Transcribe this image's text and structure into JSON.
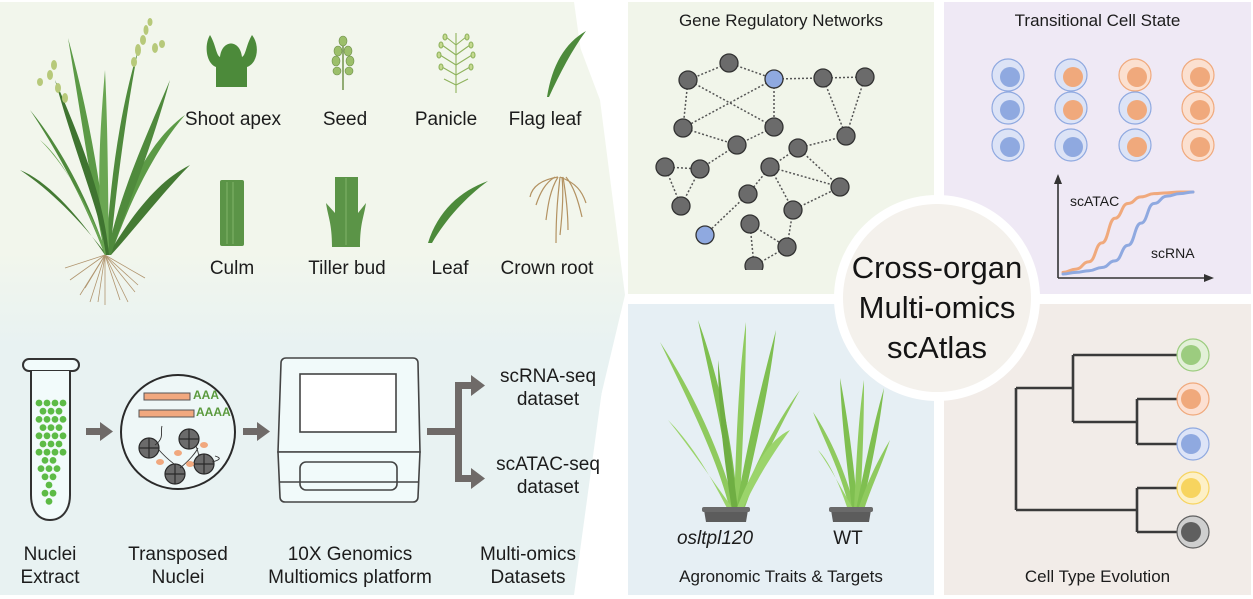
{
  "figure": {
    "center_title": [
      "Cross-organ",
      "Multi-omics",
      "scAtlas"
    ]
  },
  "organs_panel": {
    "organs": [
      {
        "label": "Shoot apex",
        "icon": "shoot-apex-icon"
      },
      {
        "label": "Seed",
        "icon": "seed-icon"
      },
      {
        "label": "Panicle",
        "icon": "panicle-icon"
      },
      {
        "label": "Flag leaf",
        "icon": "flag-leaf-icon"
      },
      {
        "label": "Culm",
        "icon": "culm-icon"
      },
      {
        "label": "Tiller bud",
        "icon": "tiller-bud-icon"
      },
      {
        "label": "Leaf",
        "icon": "leaf-icon"
      },
      {
        "label": "Crown root",
        "icon": "crown-root-icon"
      }
    ],
    "background": "#f2f6ec"
  },
  "workflow_panel": {
    "steps": [
      {
        "label": [
          "Nuclei",
          "Extract"
        ],
        "icon": "tube-icon"
      },
      {
        "label": [
          "Transposed",
          "Nuclei"
        ],
        "icon": "transposed-nuclei-icon"
      },
      {
        "label": [
          "10X Genomics",
          "Multiomics platform"
        ],
        "icon": "instrument-icon"
      },
      {
        "label": [
          "Multi-omics",
          "Datasets"
        ],
        "icon": "datasets-icon"
      }
    ],
    "polyA": [
      "AAA",
      "AAAA"
    ],
    "datasets": [
      [
        "scRNA-seq",
        "dataset"
      ],
      [
        "scATAC-seq",
        "dataset"
      ]
    ],
    "background": "#e9f3f3"
  },
  "grn_panel": {
    "title": "Gene Regulatory Networks",
    "background": "#f1f5ea",
    "node_color": "#6b6b6b",
    "highlight_color": "#8fa9e0"
  },
  "transition_panel": {
    "title": "Transitional Cell State",
    "background": "#efe9f5",
    "curve_labels": {
      "atac": "scATAC",
      "rna": "scRNA"
    },
    "colors": {
      "blue": "#8fa9e0",
      "orange": "#f0a97c"
    }
  },
  "traits_panel": {
    "title": "Agronomic Traits & Targets",
    "plants": [
      {
        "label": "osltpl120",
        "italic": true
      },
      {
        "label": "WT",
        "italic": false
      }
    ],
    "background": "#e6eff4"
  },
  "evolution_panel": {
    "title": "Cell Type Evolution",
    "background": "#f2ece8",
    "leaf_colors": [
      "#9ccc7f",
      "#f0a97c",
      "#8fa9e0",
      "#f7d45f",
      "#5f5f5f"
    ]
  },
  "chart_data": {
    "type": "line",
    "title": "Transitional Cell State",
    "xlabel": "",
    "ylabel": "",
    "series": [
      {
        "name": "scATAC",
        "color": "#f0a97c",
        "x": [
          0,
          0.1,
          0.2,
          0.3,
          0.4,
          0.5,
          0.6,
          0.7,
          0.8,
          0.9,
          1.0
        ],
        "values": [
          0.02,
          0.06,
          0.15,
          0.38,
          0.68,
          0.86,
          0.94,
          0.98,
          0.99,
          1.0,
          1.0
        ]
      },
      {
        "name": "scRNA",
        "color": "#8fa9e0",
        "x": [
          0,
          0.1,
          0.2,
          0.3,
          0.4,
          0.5,
          0.6,
          0.7,
          0.8,
          0.9,
          1.0
        ],
        "values": [
          0.0,
          0.02,
          0.04,
          0.08,
          0.16,
          0.35,
          0.62,
          0.86,
          0.95,
          0.98,
          1.0
        ]
      }
    ],
    "xlim": [
      0,
      1
    ],
    "ylim": [
      0,
      1
    ],
    "grid": false,
    "legend": "inline-labels"
  }
}
